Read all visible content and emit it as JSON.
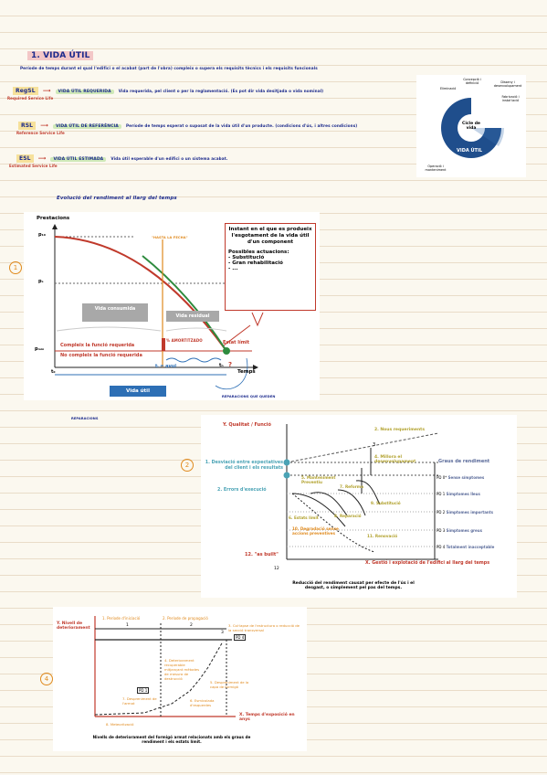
{
  "heading": "1. VIDA ÚTIL",
  "intro": "Període de temps durant el qual l'edifici o el acabat (part de l'obra) compleix o supera els requisits tècnics i els requisits funcionals",
  "terms": [
    {
      "abbr": "RegSL",
      "arrow": "⟶",
      "label": "VIDA ÚTIL REQUERIDA",
      "desc": "Vida requerida, pel client o per la reglamentació. (Es pot dir vida desitjada o vida nominal)",
      "full": "Required Service Life"
    },
    {
      "abbr": "RSL",
      "arrow": "⟶",
      "label": "VIDA ÚTIL DE REFERÈNCIA",
      "desc": "Període de temps esperat o suposat de la vida útil d'un producte. (condicions d'ús, i altres condicions)",
      "full": "Reference Service Life"
    },
    {
      "abbr": "ESL",
      "arrow": "⟶",
      "label": "VIDA ÚTIL ESTIMADA",
      "desc": "Vida útil esperable d'un edifici o un sistema acabat.",
      "full": "Estimated Service Life"
    }
  ],
  "cycle": {
    "center": "Cicle de vida",
    "main": "VIDA ÚTIL",
    "labels": [
      "Concepció i definició",
      "Disseny i desenvolupament",
      "Fabricació i instal·lació",
      "Operació i manteniment",
      "Eliminació"
    ]
  },
  "evol_title": "Evolució del rendiment al llarg del temps",
  "circle1": "1",
  "circle2": "2",
  "circle4": "4",
  "fig1": {
    "ylabel": "Prestacions",
    "p10": "p₁₀",
    "ps": "pₛ",
    "pmin": "pₘᵢₙ",
    "t0": "t₀",
    "tn": "tₙ",
    "q": "?",
    "xlabel": "Temps",
    "consumida": "Vida consumida",
    "residual": "Vida residual",
    "compleix": "Compleix la funció requerida",
    "nocompleix": "No compleix la funció requerida",
    "estat": "Estat límit",
    "avui": "tᵢ = avui",
    "vidautil": "Vida útil",
    "arrec": "% AMORTITZADO",
    "fecha": "\"HASTA LA FECHA\"",
    "callout": "Instant en el que es produeix l'esgotament de la vida útil d'un component",
    "actions_title": "Possibles actuacions:",
    "actions": [
      "- Substitució",
      "- Gran rehabilitació",
      "- ..."
    ],
    "rep_below": "REPARACIONS QUE QUEDEN",
    "rep_left": "REPARACIONS"
  },
  "fig2": {
    "ylabel": "Y. Qualitat / Funció",
    "xlabel": "X. Gestió i explotació de l'edifici al llarg del temps",
    "l1": "1. Desviació entre expectatives del client i els resultats",
    "l2": "2. Errors d'execució",
    "l3": "3",
    "l4": "4. Millora el desenvolupament",
    "l2b": "2. Nous requeriments",
    "l5": "5. Manteniment Preventiu",
    "l7": "7. Reforma",
    "l9": "9. Substitució",
    "l6": "6. Estats límit",
    "l8": "8. Reparació",
    "l10": "10. Degradació sense accions preventives",
    "l11": "11. Renovació",
    "l12": "12. \"as built\"",
    "n12": "12",
    "grades_title": "Graus de rendiment",
    "grades": [
      [
        "PD 0*",
        "Sense símptomes"
      ],
      [
        "PD 1",
        "Símptomes lleus"
      ],
      [
        "PD 2",
        "Símptomes importants"
      ],
      [
        "PD 3",
        "Símptomes greus"
      ],
      [
        "PD 4",
        "Totalment inacceptable"
      ]
    ],
    "caption": "Reducció del rendiment causat per efecte de l'ús i el desgast, o simplement pel pas del temps."
  },
  "fig3": {
    "ylabel": "Y. Nivell de deteriorament",
    "xlabel": "X. Temps d'exposició en anys",
    "p1": "1. Període d'iniciació",
    "p2": "2. Període de propagació",
    "n1": "1",
    "n2": "2",
    "n3": "3",
    "p3": "3. Col·lapse de l'estructura o reducció de la secció transversal",
    "pd4": "PD 4",
    "pd1": "PD 1",
    "l4": "4. Deteriorament recuperable mitjançant mètodes de mesura de destrucció",
    "l5": "5. Despreniment de la capa de formigó",
    "l6": "6. Esmicolada d'esquerdes",
    "l7": "7. Despreniment de l'armat",
    "l8": "8. Meteorització",
    "caption": "Nivells de deteriorament del formigó armat relacionats amb els graus de rendiment i els estats límit."
  },
  "colors": {
    "ink": "#1b2a8c",
    "accent": "#c0392b",
    "green": "#2e8b3e",
    "orange": "#e08a1e",
    "blue": "#2d6fb5",
    "cycle": "#1f4e8c"
  }
}
